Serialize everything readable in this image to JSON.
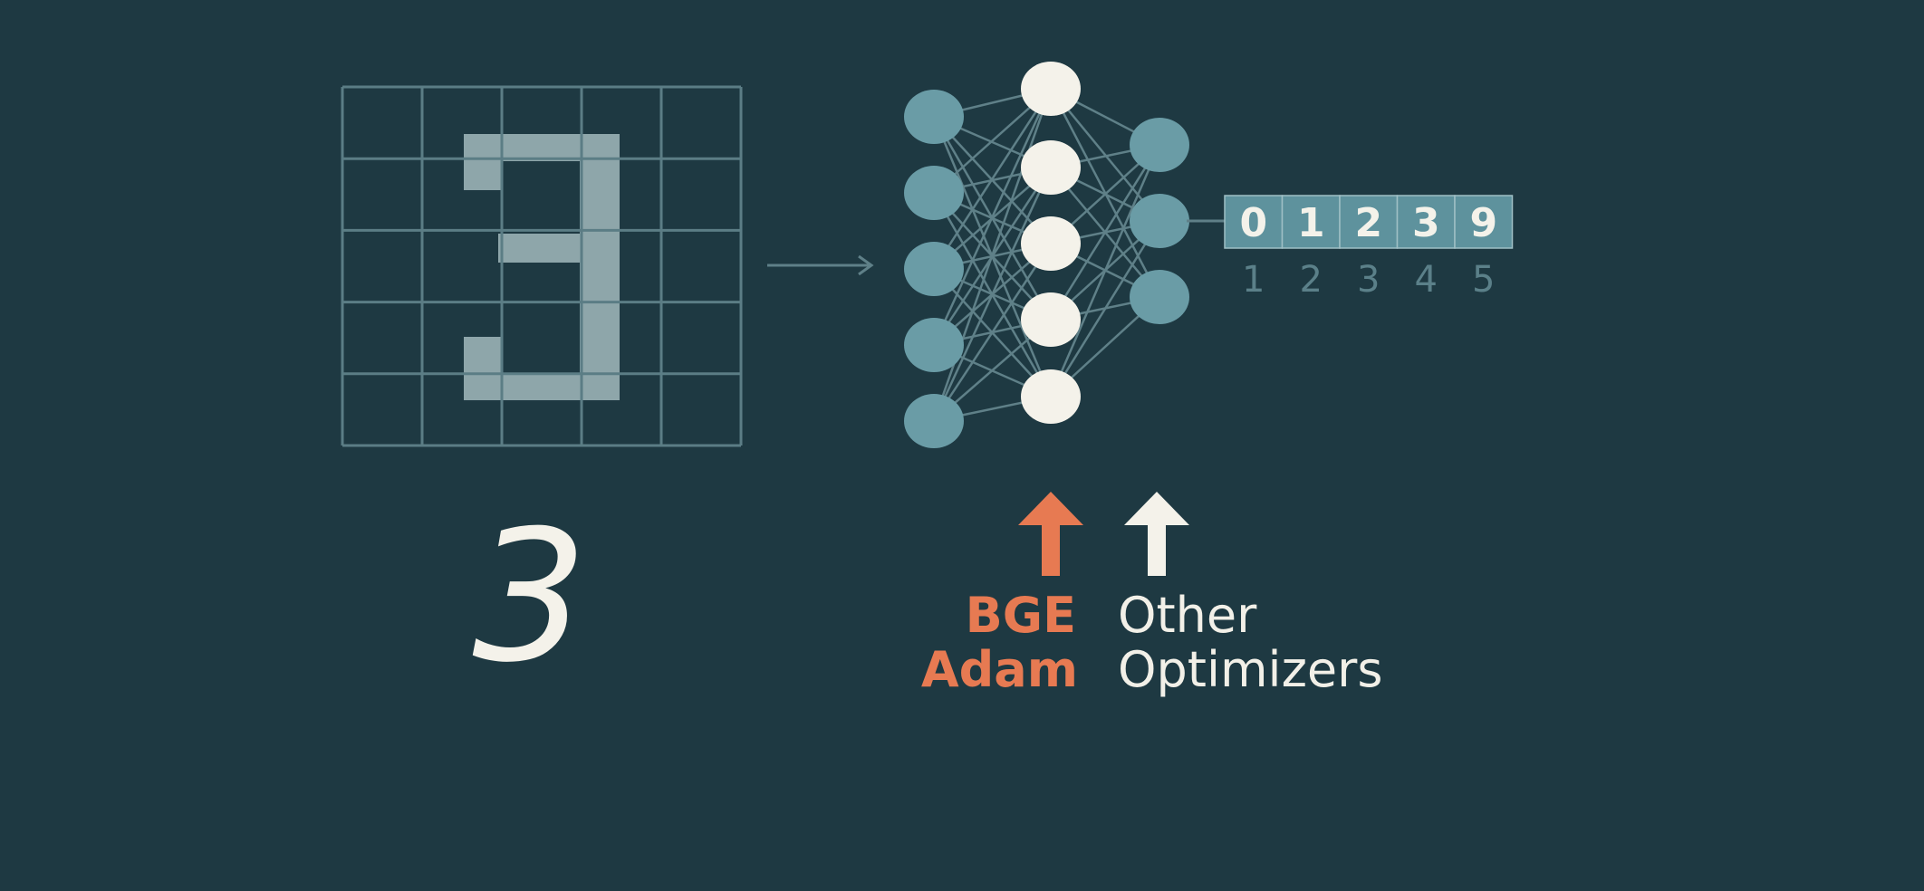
{
  "input": {
    "grid_rows": 5,
    "grid_cols": 5,
    "digit": "3"
  },
  "network": {
    "layers": [
      5,
      5,
      3
    ]
  },
  "output": {
    "cells": [
      "0",
      "1",
      "2",
      "3",
      "9"
    ],
    "indices": [
      "1",
      "2",
      "3",
      "4",
      "5"
    ]
  },
  "optimizers": {
    "highlight": {
      "lines": [
        "BGE",
        "Adam"
      ],
      "color": "#e77a52"
    },
    "other": {
      "lines": [
        "Other",
        "Optimizers"
      ],
      "color": "#f2f0e8"
    }
  },
  "colors": {
    "background": "#1e3942",
    "grid": "#5b7d85",
    "digit_fill": "#8ea6aa",
    "node_teal": "#6a9ca6",
    "node_white": "#f4f2ea",
    "edge": "#5f8088",
    "output_box": "#5e929d",
    "accent": "#e77a52"
  }
}
